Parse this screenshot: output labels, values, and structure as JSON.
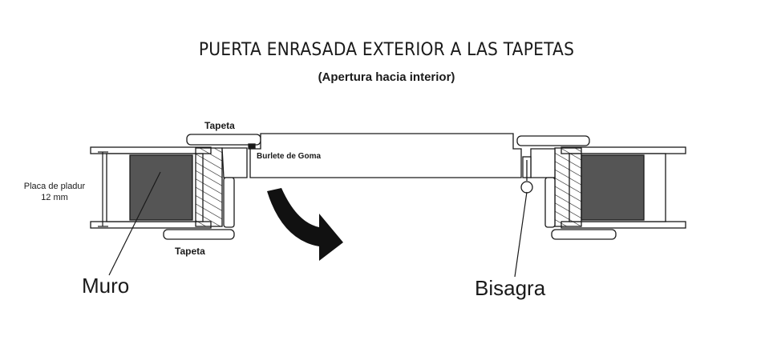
{
  "diagram": {
    "title": "PUERTA ENRASADA EXTERIOR A LAS TAPETAS",
    "subtitle": "(Apertura hacia interior)",
    "labels": {
      "tapeta_top": "Tapeta",
      "tapeta_bottom": "Tapeta",
      "burlete": "Burlete de Goma",
      "placa_line1": "Placa de pladur",
      "placa_line2": "12 mm",
      "muro": "Muro",
      "bisagra": "Bisagra"
    },
    "colors": {
      "stroke": "#1a1a1a",
      "wall_fill": "#555555",
      "background": "#ffffff",
      "arrow": "#111111"
    },
    "icons": {
      "opening_direction": "curved-arrow-icon"
    }
  }
}
